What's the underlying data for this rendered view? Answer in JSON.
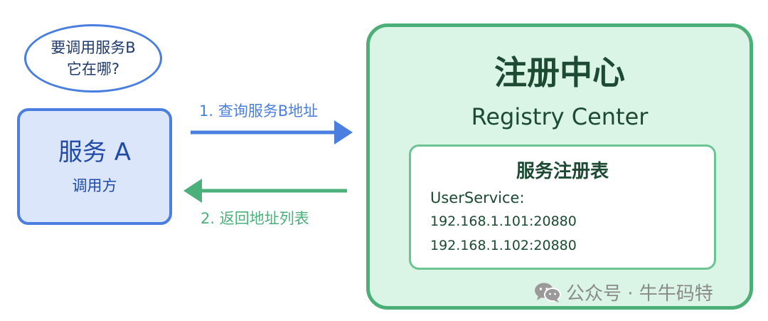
{
  "bubble": {
    "line1": "要调用服务B",
    "line2": "它在哪?"
  },
  "service_a": {
    "title": "服务 A",
    "subtitle": "调用方"
  },
  "arrows": {
    "query_label": "1. 查询服务B地址",
    "return_label": "2. 返回地址列表",
    "query_color": "#4a7fe0",
    "return_color": "#4cb07a"
  },
  "registry": {
    "title_cn": "注册中心",
    "title_en": "Registry Center",
    "table_title": "服务注册表",
    "service_name": "UserService:",
    "addresses": [
      "192.168.1.101:20880",
      "192.168.1.102:20880"
    ]
  },
  "watermark": {
    "text": "公众号 · 牛牛码特",
    "icon": "wechat-icon"
  }
}
